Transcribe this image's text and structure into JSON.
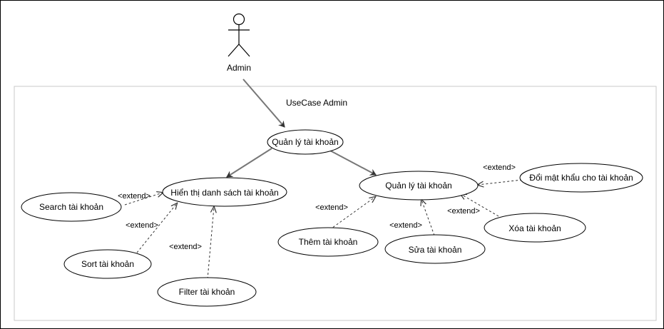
{
  "actor": {
    "name": "Admin"
  },
  "system_boundary": {
    "title": "UseCase Admin"
  },
  "use_cases": {
    "manage_accounts": "Quản lý tài khoản",
    "display_list": "Hiển thị danh sách tài khoản",
    "manage_account": "Quản lý tài khoản",
    "search": "Search tài khoản",
    "sort": "Sort tài khoản",
    "filter": "Filter tài khoản",
    "add": "Thêm tài khoản",
    "edit": "Sửa tài khoản",
    "delete": "Xóa tài khoản",
    "change_password": "Đổi mật khẩu cho tài khoản"
  },
  "relations": {
    "extend_label": "<extend>",
    "extend_label_search": "<extend>",
    "extend_label_sort": "<extend>",
    "extend_label_filter": "<extend>",
    "extend_label_add": "<extend>",
    "extend_label_edit": "<extend>",
    "extend_label_delete": "<extend>",
    "extend_label_password": "<extend>"
  }
}
